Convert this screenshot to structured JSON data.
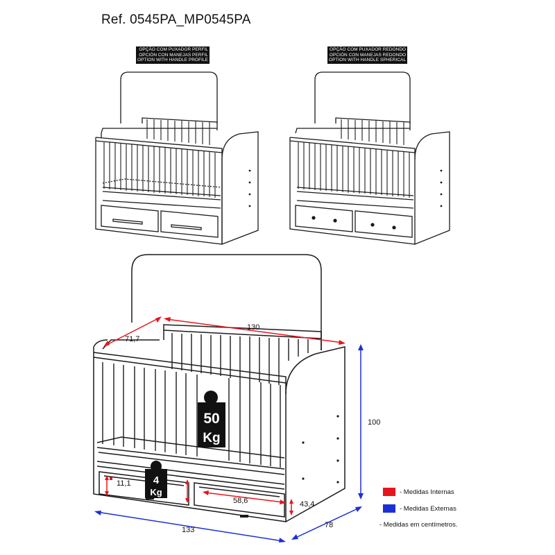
{
  "title": "Ref. 0545PA_MP0545PA",
  "options": {
    "profile": [
      "OPÇÃO COM PUXADOR PERFIL",
      "OPCIÓN CON MANEJAS PERFIL",
      "OPTION WITH HANDLE PROFILE"
    ],
    "spherical": [
      "OPÇÃO COM PUXADOR REDONDO",
      "OPCIÓN CON MANEJAS REDONDO",
      "OPTION WITH HANDLE SPHERICAL"
    ]
  },
  "dimensions": {
    "width_top": "130",
    "depth_top": "71,7",
    "height": "100",
    "drawer_height": "11,1",
    "drawer_width": "58,6",
    "drawer_depth": "43,4",
    "width_total": "133",
    "depth_total": "78"
  },
  "weights": {
    "mattress_value": "50",
    "mattress_unit": "Kg",
    "drawer_value": "4",
    "drawer_unit": "Kg"
  },
  "legend": {
    "internal": "- Medidas Internas",
    "external": "- Medidas Externas",
    "note": "- Medidas em centímetros."
  },
  "colors": {
    "internal": "#e8141c",
    "external": "#1c2fd6",
    "line": "#1a1a1a"
  }
}
